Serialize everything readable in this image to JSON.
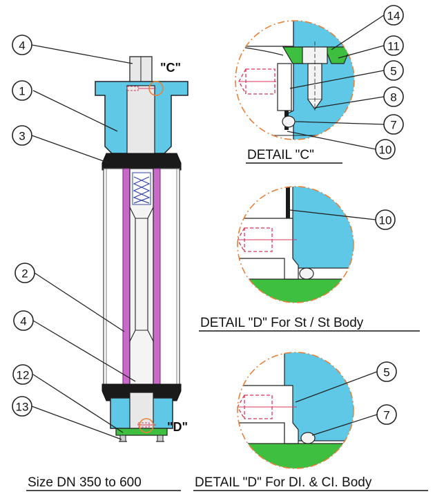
{
  "balloons": {
    "b4_top": "4",
    "b1": "1",
    "b3": "3",
    "b2": "2",
    "b4_low": "4",
    "b12": "12",
    "b13": "13",
    "b14": "14",
    "b11": "11",
    "b5_c": "5",
    "b8": "8",
    "b7_c": "7",
    "b10_c": "10",
    "b10_d1": "10",
    "b5_d2": "5",
    "b7_d2": "7"
  },
  "callouts": {
    "c": "\"C\"",
    "d": "\"D\""
  },
  "captions": {
    "detail_c": "DETAIL \"C\"",
    "detail_d_st": "DETAIL \"D\" For St / St Body",
    "size": "Size DN 350 to 600",
    "detail_d_di": "DETAIL \"D\" For DI. & CI. Body"
  },
  "colors": {
    "body_cyan": "#5ec8e6",
    "liner_magenta": "#c969c9",
    "seal_black": "#1a1a1a",
    "gland_green": "#3fbf3f",
    "detail_circle": "#e5813a",
    "hidden_red": "#d9365a"
  }
}
